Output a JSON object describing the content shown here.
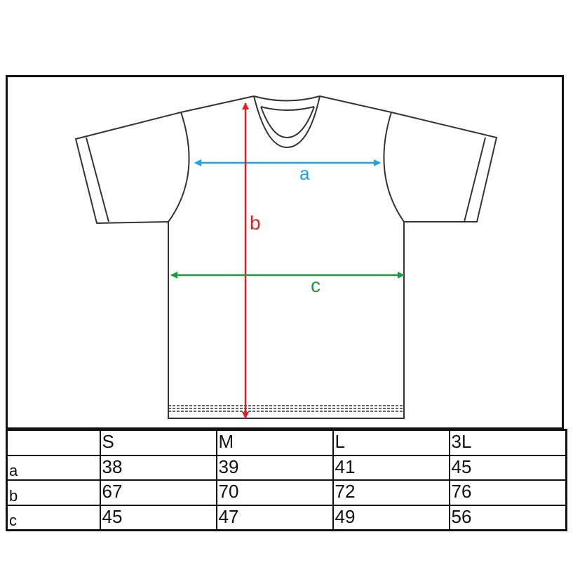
{
  "diagram": {
    "measure_labels": {
      "a": "a",
      "b": "b",
      "c": "c"
    },
    "colors": {
      "a": "#1aa3e8",
      "b": "#e02020",
      "c": "#1a9b40",
      "outline": "#333333"
    }
  },
  "size_table": {
    "headers": [
      "",
      "S",
      "M",
      "L",
      "3L"
    ],
    "rows": [
      {
        "label": "a",
        "values": [
          "38",
          "39",
          "41",
          "45"
        ]
      },
      {
        "label": "b",
        "values": [
          "67",
          "70",
          "72",
          "76"
        ]
      },
      {
        "label": "c",
        "values": [
          "45",
          "47",
          "49",
          "56"
        ]
      }
    ]
  }
}
